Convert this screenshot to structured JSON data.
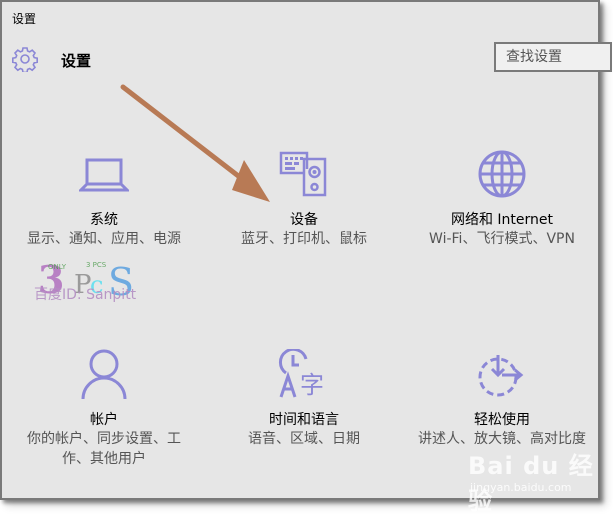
{
  "window": {
    "title": "设置"
  },
  "header": {
    "icon": "gear-icon",
    "title": "设置"
  },
  "search": {
    "placeholder": "查找设置",
    "value": ""
  },
  "tiles": [
    {
      "id": "system",
      "icon": "laptop-icon",
      "title": "系统",
      "desc": "显示、通知、应用、电源"
    },
    {
      "id": "devices",
      "icon": "devices-icon",
      "title": "设备",
      "desc": "蓝牙、打印机、鼠标"
    },
    {
      "id": "network",
      "icon": "globe-icon",
      "title": "网络和 Internet",
      "desc": "Wi-Fi、飞行模式、VPN"
    },
    {
      "id": "accounts",
      "icon": "person-icon",
      "title": "帐户",
      "desc": "你的帐户、同步设置、工作、其他用户"
    },
    {
      "id": "time-language",
      "icon": "time-language-icon",
      "title": "时间和语言",
      "desc": "语音、区域、日期"
    },
    {
      "id": "ease-of-access",
      "icon": "ease-of-access-icon",
      "title": "轻松使用",
      "desc": "讲述人、放大镜、高对比度"
    }
  ],
  "watermarks": {
    "author": "百度ID: Sanpitt",
    "baidu": "Bai du 经验",
    "baidu_url": "jingyan.baidu.com"
  },
  "colors": {
    "accent": "#8b87d6",
    "background": "#e6e6e6",
    "arrow": "#b87a55",
    "border": "#7a7a7a"
  }
}
